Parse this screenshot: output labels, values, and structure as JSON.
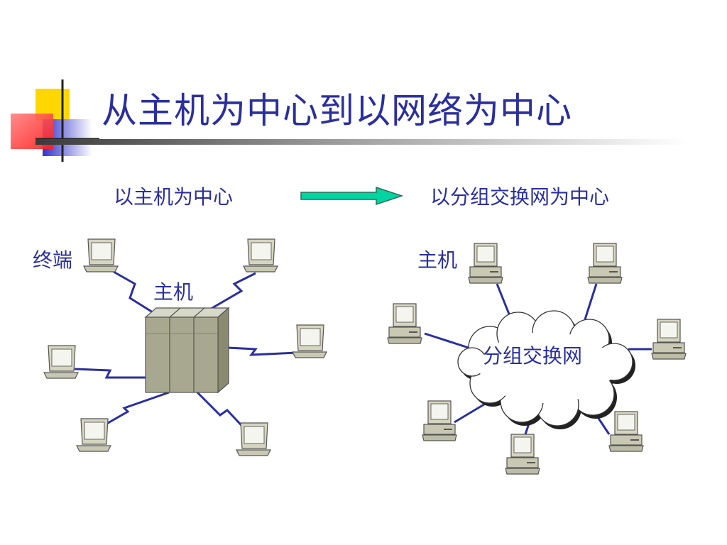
{
  "title": "从主机为中心到以网络为中心",
  "labels": {
    "left_heading": "以主机为中心",
    "right_heading": "以分组交换网为中心",
    "terminal": "终端",
    "host_left": "主机",
    "host_right": "主机",
    "cloud": "分组交换网"
  },
  "colors": {
    "title": "#2b2f9c",
    "link": "#2b2f9c",
    "arrow_fill": "#00d4a0",
    "device_beige": "#c9c9b3",
    "host_box": "#a8a890"
  },
  "icons": {
    "terminal": "crt-terminal-icon",
    "workstation": "desktop-computer-icon",
    "mainframe": "mainframe-icon",
    "cloud": "network-cloud-icon",
    "arrow": "right-arrow-icon"
  }
}
